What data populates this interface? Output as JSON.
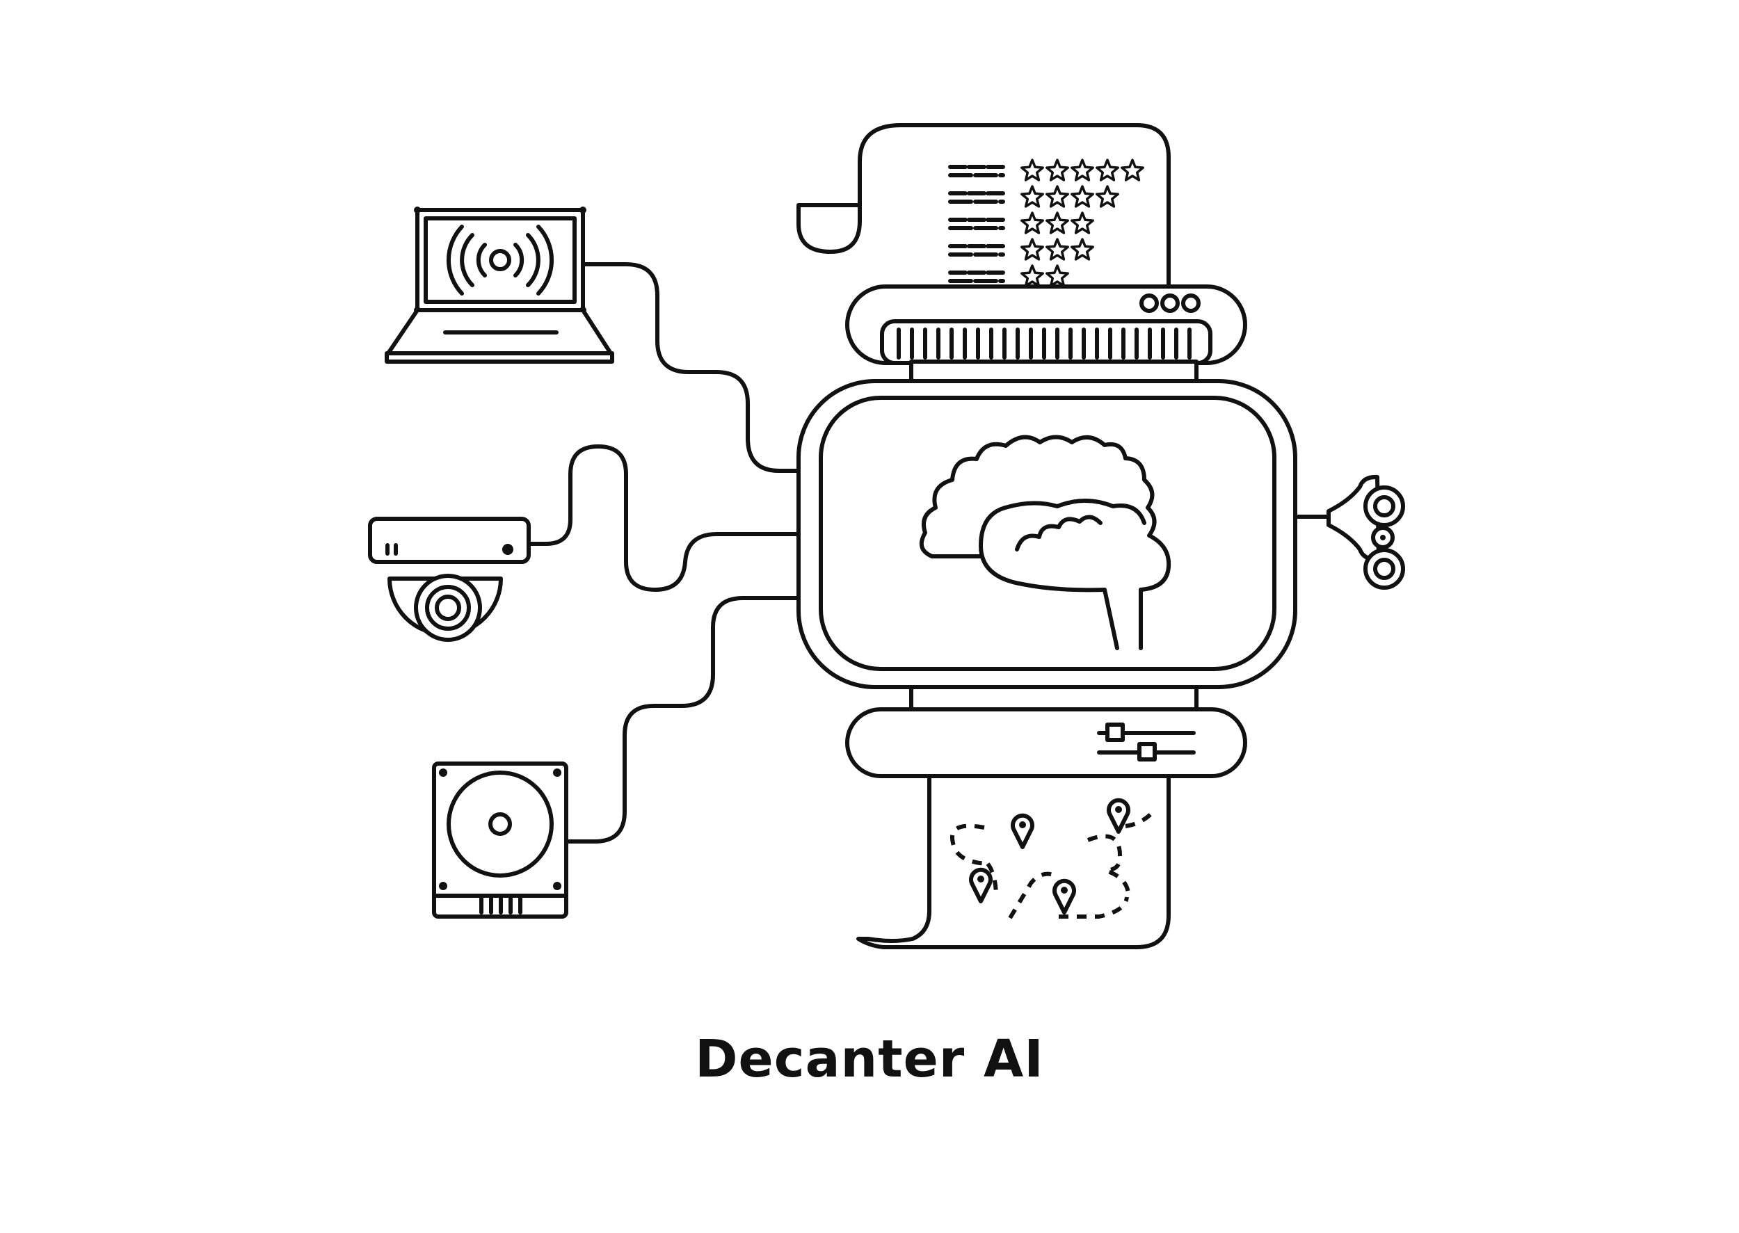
{
  "caption": "Decanter AI",
  "colors": {
    "ink": "#111111",
    "background": "#ffffff"
  },
  "nodes": [
    {
      "id": "laptop",
      "icon": "laptop-signal-icon"
    },
    {
      "id": "camera",
      "icon": "security-camera-icon"
    },
    {
      "id": "disk",
      "icon": "hard-drive-icon"
    },
    {
      "id": "machine",
      "icon": "ai-brain-machine-icon"
    },
    {
      "id": "ratings",
      "icon": "star-ratings-scroll-icon"
    },
    {
      "id": "map",
      "icon": "map-scroll-icon"
    },
    {
      "id": "key",
      "icon": "wind-up-key-icon"
    }
  ],
  "ratings": [
    5,
    4,
    3,
    3,
    2
  ]
}
